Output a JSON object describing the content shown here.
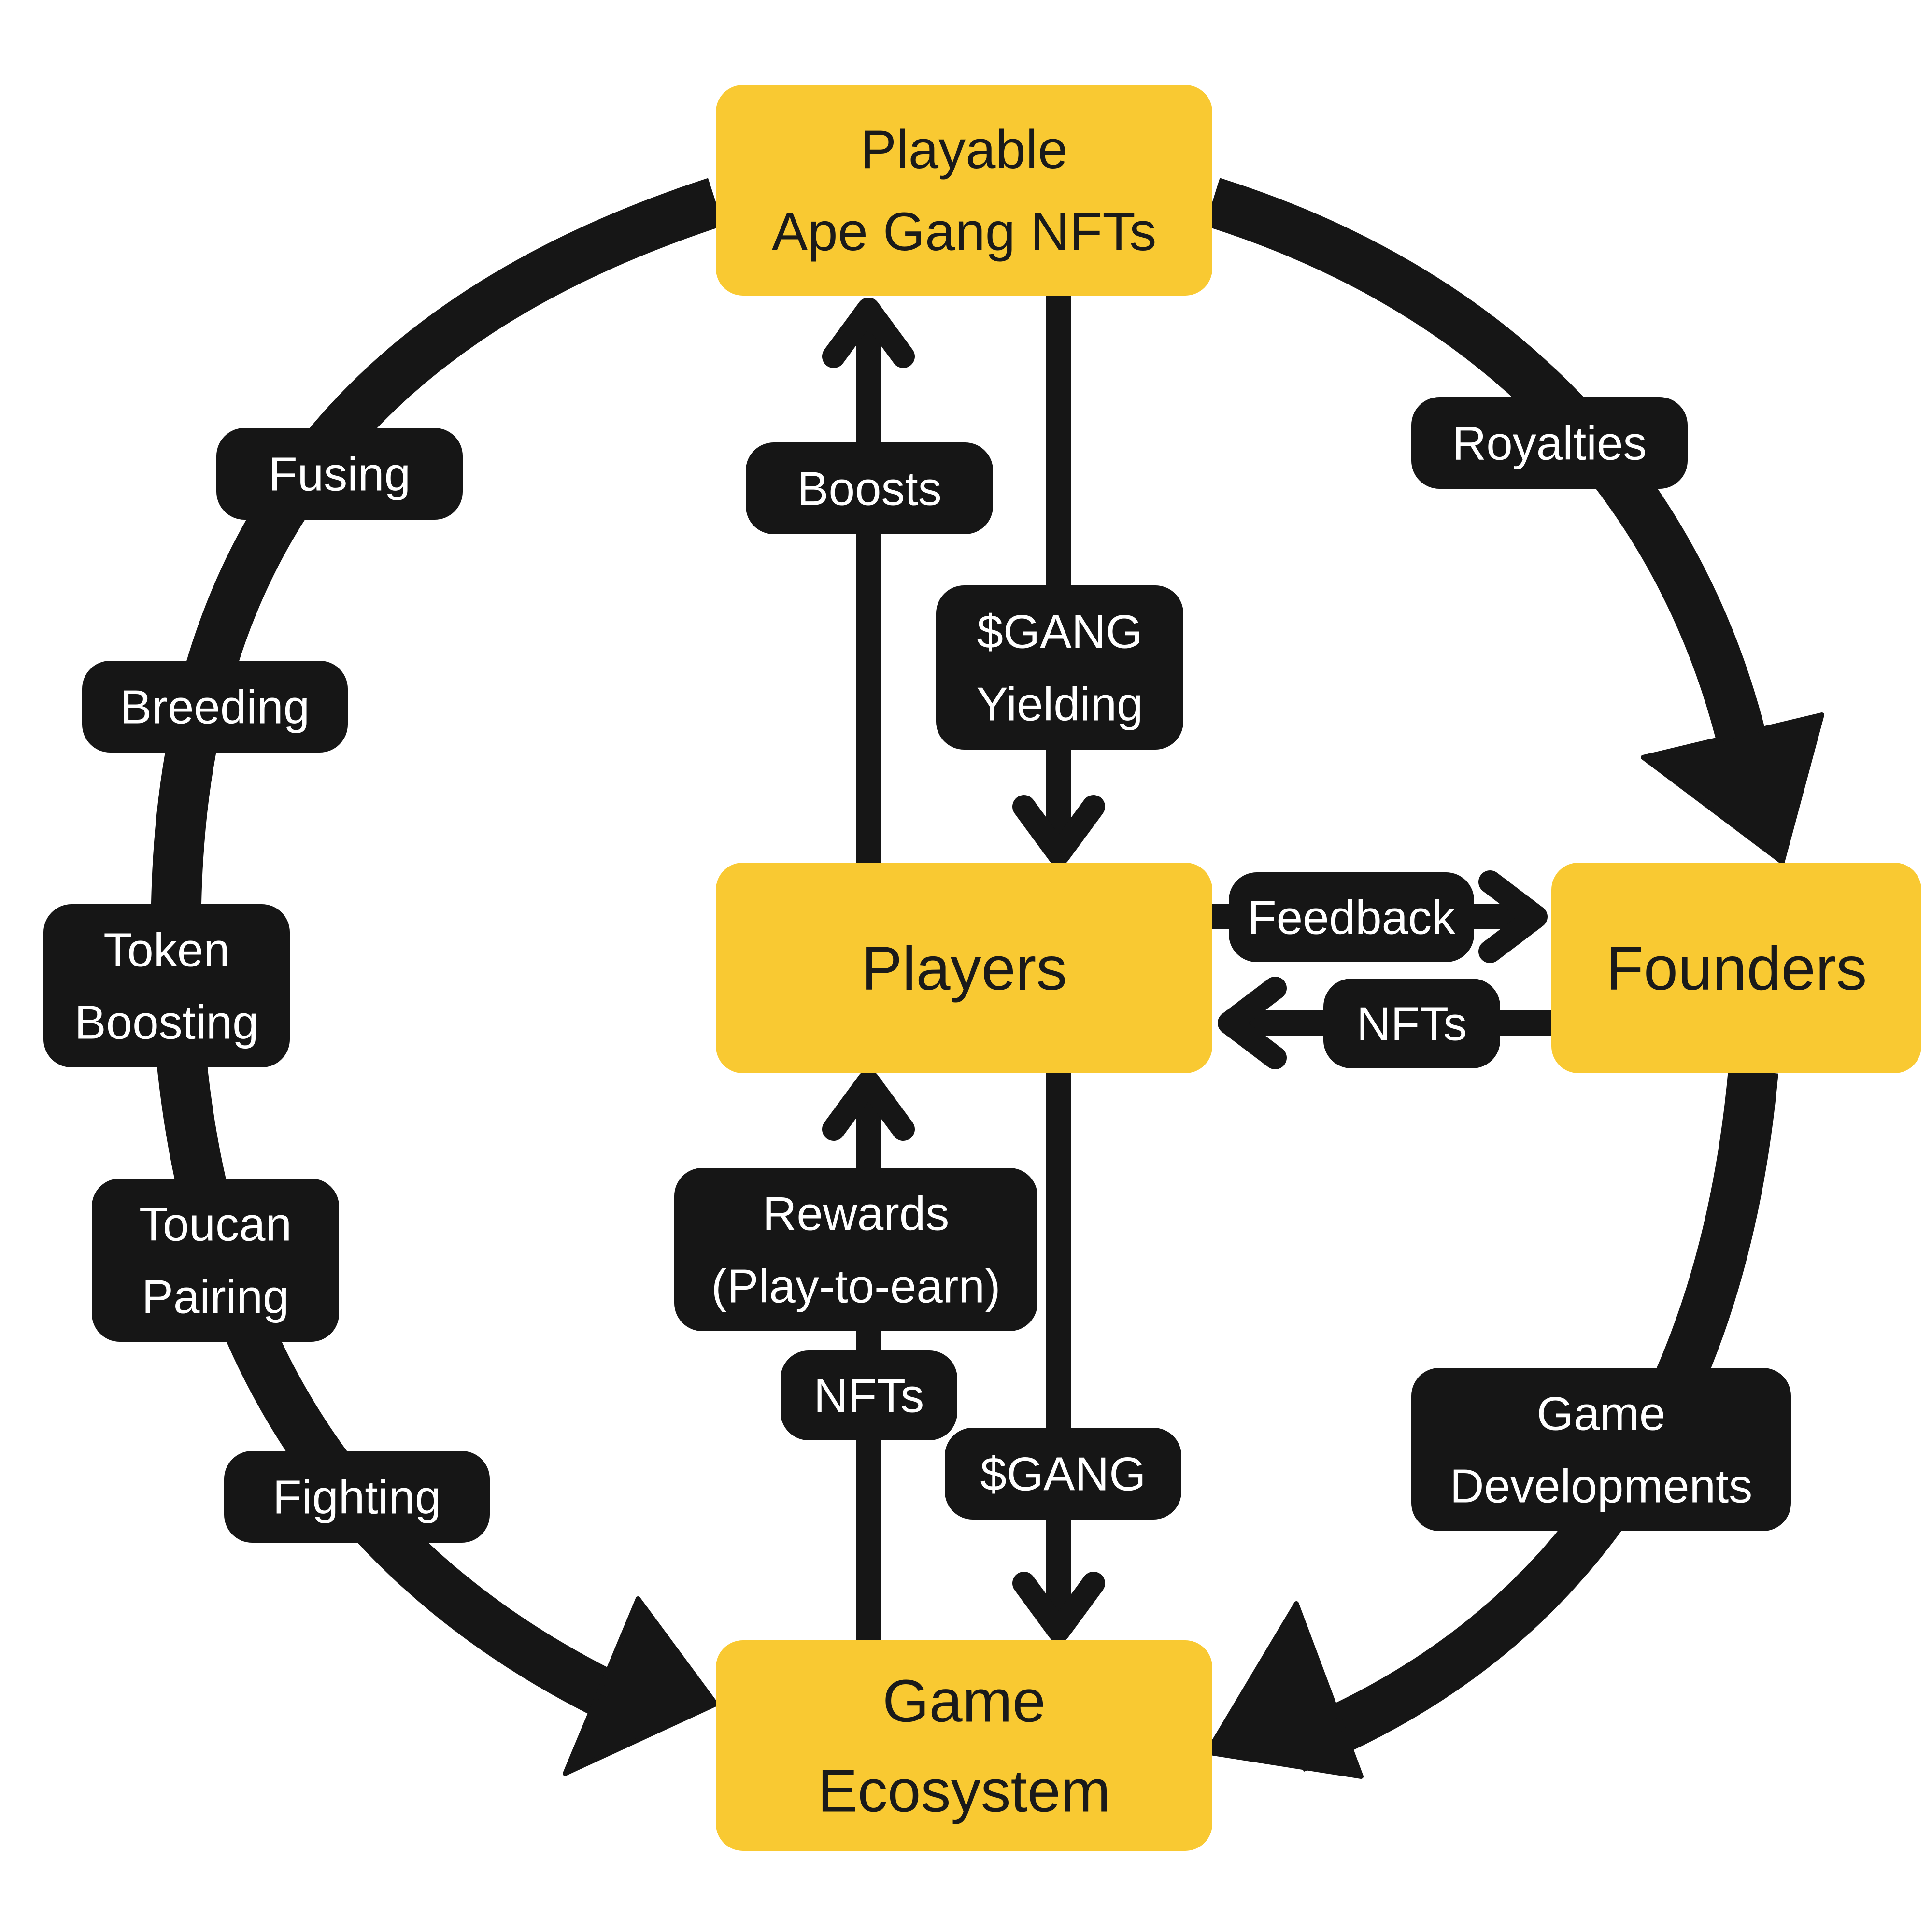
{
  "nodes": {
    "nfts": [
      "Playable",
      "Ape Gang NFTs"
    ],
    "players": [
      "Players"
    ],
    "founders": [
      "Founders"
    ],
    "ecosystem": [
      "Game",
      "Ecosystem"
    ]
  },
  "labels": {
    "fusing": [
      "Fusing"
    ],
    "breeding": [
      "Breeding"
    ],
    "token_boosting": [
      "Token",
      "Boosting"
    ],
    "toucan_pairing": [
      "Toucan",
      "Pairing"
    ],
    "fighting": [
      "Fighting"
    ],
    "boosts": [
      "Boosts"
    ],
    "gang_yielding": [
      "$GANG",
      "Yielding"
    ],
    "royalties": [
      "Royalties"
    ],
    "feedback": [
      "Feedback"
    ],
    "nfts_to_players": [
      "NFTs"
    ],
    "rewards": [
      "Rewards",
      "(Play-to-earn)"
    ],
    "nfts_to_ecosystem": [
      "NFTs"
    ],
    "gang": [
      "$GANG"
    ],
    "game_developments": [
      "Game",
      "Developments"
    ]
  },
  "colors": {
    "node_fill": "#F9C932",
    "label_fill": "#161616",
    "arrow": "#161616",
    "node_text": "#1a1a1a",
    "label_text": "#ffffff"
  }
}
